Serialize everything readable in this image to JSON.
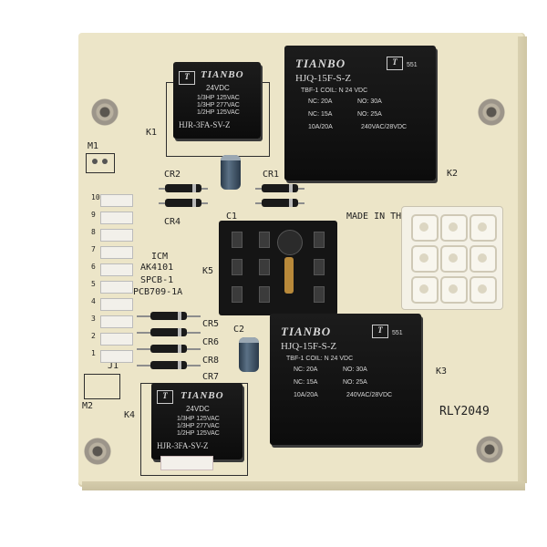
{
  "board": {
    "labels": {
      "m1": "M1",
      "m2": "M2",
      "j1": "J1",
      "cr1": "CR1",
      "cr2": "CR2",
      "cr4": "CR4",
      "cr5": "CR5",
      "cr6": "CR6",
      "cr7": "CR7",
      "cr8": "CR8",
      "c1": "C1",
      "c2": "C2",
      "k1": "K1",
      "k2": "K2",
      "k3": "K3",
      "k4": "K4",
      "k5": "K5",
      "made_in": "MADE IN TH",
      "part_line1": "ICM",
      "part_line2": "AK4101",
      "part_line3": "SPCB-1",
      "part_line4": "PCB709-1A",
      "rly": "RLY2049"
    }
  },
  "relays": {
    "small_top": {
      "brand": "TIANBO",
      "voltage": "24VDC",
      "spec1": "1/3HP 125VAC",
      "spec2": "1/3HP 277VAC",
      "spec3": "1/2HP 125VAC",
      "model": "HJR-3FA-SV-Z"
    },
    "large_top": {
      "brand": "TIANBO",
      "model": "HJQ-15F-S-Z",
      "code": "551",
      "coil": "TBF-1 COIL: N 24 VDC",
      "nc1": "NC: 20A",
      "no1": "NO: 30A",
      "nc2": "NC: 15A",
      "no2": "NO: 25A",
      "amps": "10A/20A",
      "rating": "240VAC/28VDC"
    },
    "large_bottom": {
      "brand": "TIANBO",
      "model": "HJQ-15F-S-Z",
      "code": "551",
      "coil": "TBF-1 COIL: N 24 VDC",
      "nc1": "NC: 20A",
      "no1": "NO: 30A",
      "nc2": "NC: 15A",
      "no2": "NO: 25A",
      "amps": "10A/20A",
      "rating": "240VAC/28VDC"
    },
    "small_bottom": {
      "brand": "TIANBO",
      "voltage": "24VDC",
      "spec1": "1/3HP 125VAC",
      "spec2": "1/3HP 277VAC",
      "spec3": "1/2HP 125VAC",
      "model": "HJR-3FA-SV-Z"
    }
  },
  "header_numbers": [
    "1",
    "2",
    "3",
    "4",
    "5",
    "6",
    "7",
    "8",
    "9",
    "10"
  ],
  "colors": {
    "board": "#ece5c8",
    "relay": "#111111",
    "connector": "#f4f1e6"
  }
}
